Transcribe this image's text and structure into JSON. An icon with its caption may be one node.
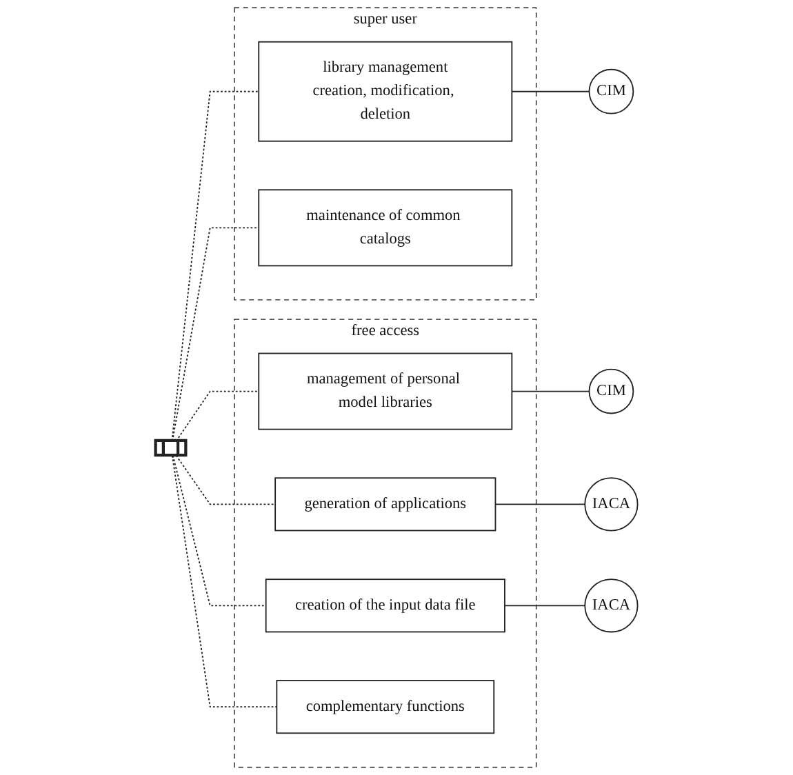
{
  "diagram": {
    "nodes": [
      {
        "text": [],
        "shape": "box"
      },
      {
        "text": [
          "super user"
        ]
      },
      {
        "text": [
          "library management",
          "creation, modification, deletion"
        ],
        "in": 1
      },
      {
        "text": [
          "maintenance of common catalogs"
        ],
        "in": 1
      },
      {
        "text": [
          "CIM"
        ]
      },
      {
        "text": [
          "free access"
        ]
      },
      {
        "text": [
          "management of personal model libraries"
        ],
        "in": 5
      },
      {
        "text": [
          "CIM"
        ]
      },
      {
        "text": [
          "generation of applications"
        ],
        "in": 5
      },
      {
        "text": [
          "IACA"
        ]
      },
      {
        "text": [
          "creation of the input data file"
        ],
        "in": 5
      },
      {
        "text": [
          "IACA"
        ]
      },
      {
        "text": [
          "complementary functions"
        ],
        "in": 5
      }
    ],
    "edges": [
      {
        "from": 0,
        "to": 2,
        "arrow": "none",
        "style": "dashed"
      },
      {
        "from": 0,
        "to": 3,
        "arrow": "none",
        "style": "dashed"
      },
      {
        "from": 0,
        "to": 6,
        "arrow": "none",
        "style": "dashed"
      },
      {
        "from": 0,
        "to": 8,
        "arrow": "none",
        "style": "dashed"
      },
      {
        "from": 0,
        "to": 10,
        "arrow": "none",
        "style": "dashed"
      },
      {
        "from": 0,
        "to": 12,
        "arrow": "none",
        "style": "dashed"
      },
      {
        "from": 2,
        "to": 4,
        "arrow": "none"
      },
      {
        "from": 6,
        "to": 7,
        "arrow": "none"
      },
      {
        "from": 8,
        "to": 9,
        "arrow": "none"
      },
      {
        "from": 10,
        "to": 11,
        "arrow": "none"
      }
    ]
  }
}
